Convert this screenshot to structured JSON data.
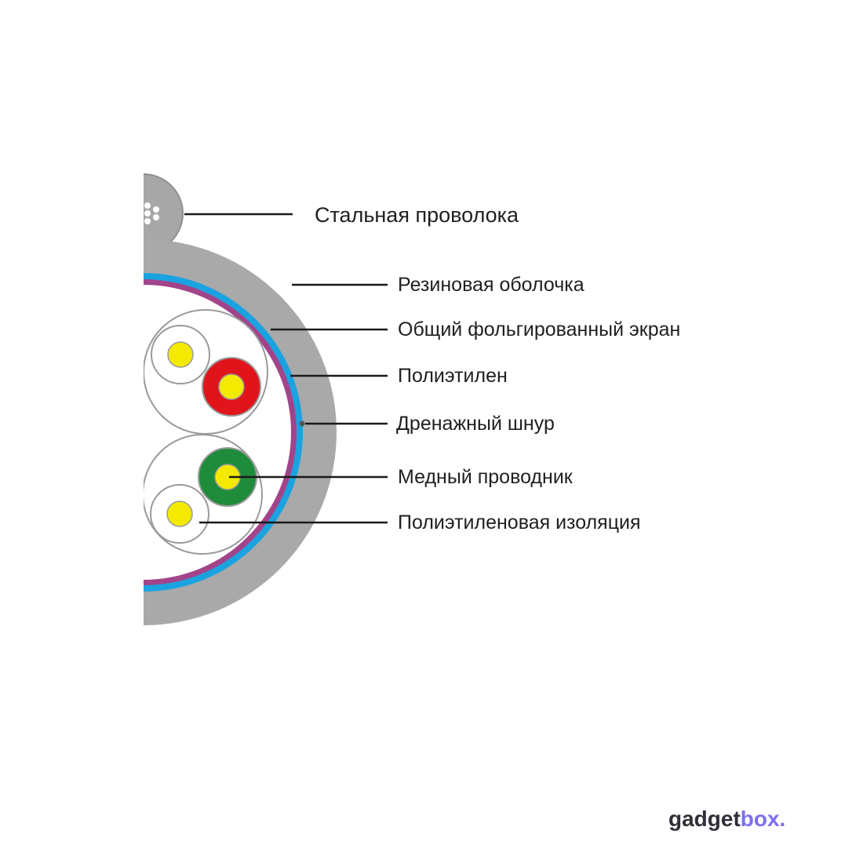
{
  "labels": {
    "steel_wire": "Стальная проволока",
    "rubber_sheath": "Резиновая оболочка",
    "foil_screen": "Общий фольгированный экран",
    "polyethylene": "Полиэтилен",
    "drain_wire": "Дренажный шнур",
    "copper_conductor": "Медный проводник",
    "pe_insulation": "Полиэтиленовая изоляция"
  },
  "brand": {
    "name_part1": "gadget",
    "name_part2": "box."
  },
  "colors": {
    "sheath_gray": "#a9a9a9",
    "screen_blue": "#1aa3e0",
    "polyethylene_magenta": "#a2448a",
    "copper_yellow": "#f4ea00",
    "insulation_red": "#e1141c",
    "insulation_green": "#1f8c3b",
    "leader_line": "#1a1a1a",
    "brand_accent": "#7b6ff0"
  }
}
